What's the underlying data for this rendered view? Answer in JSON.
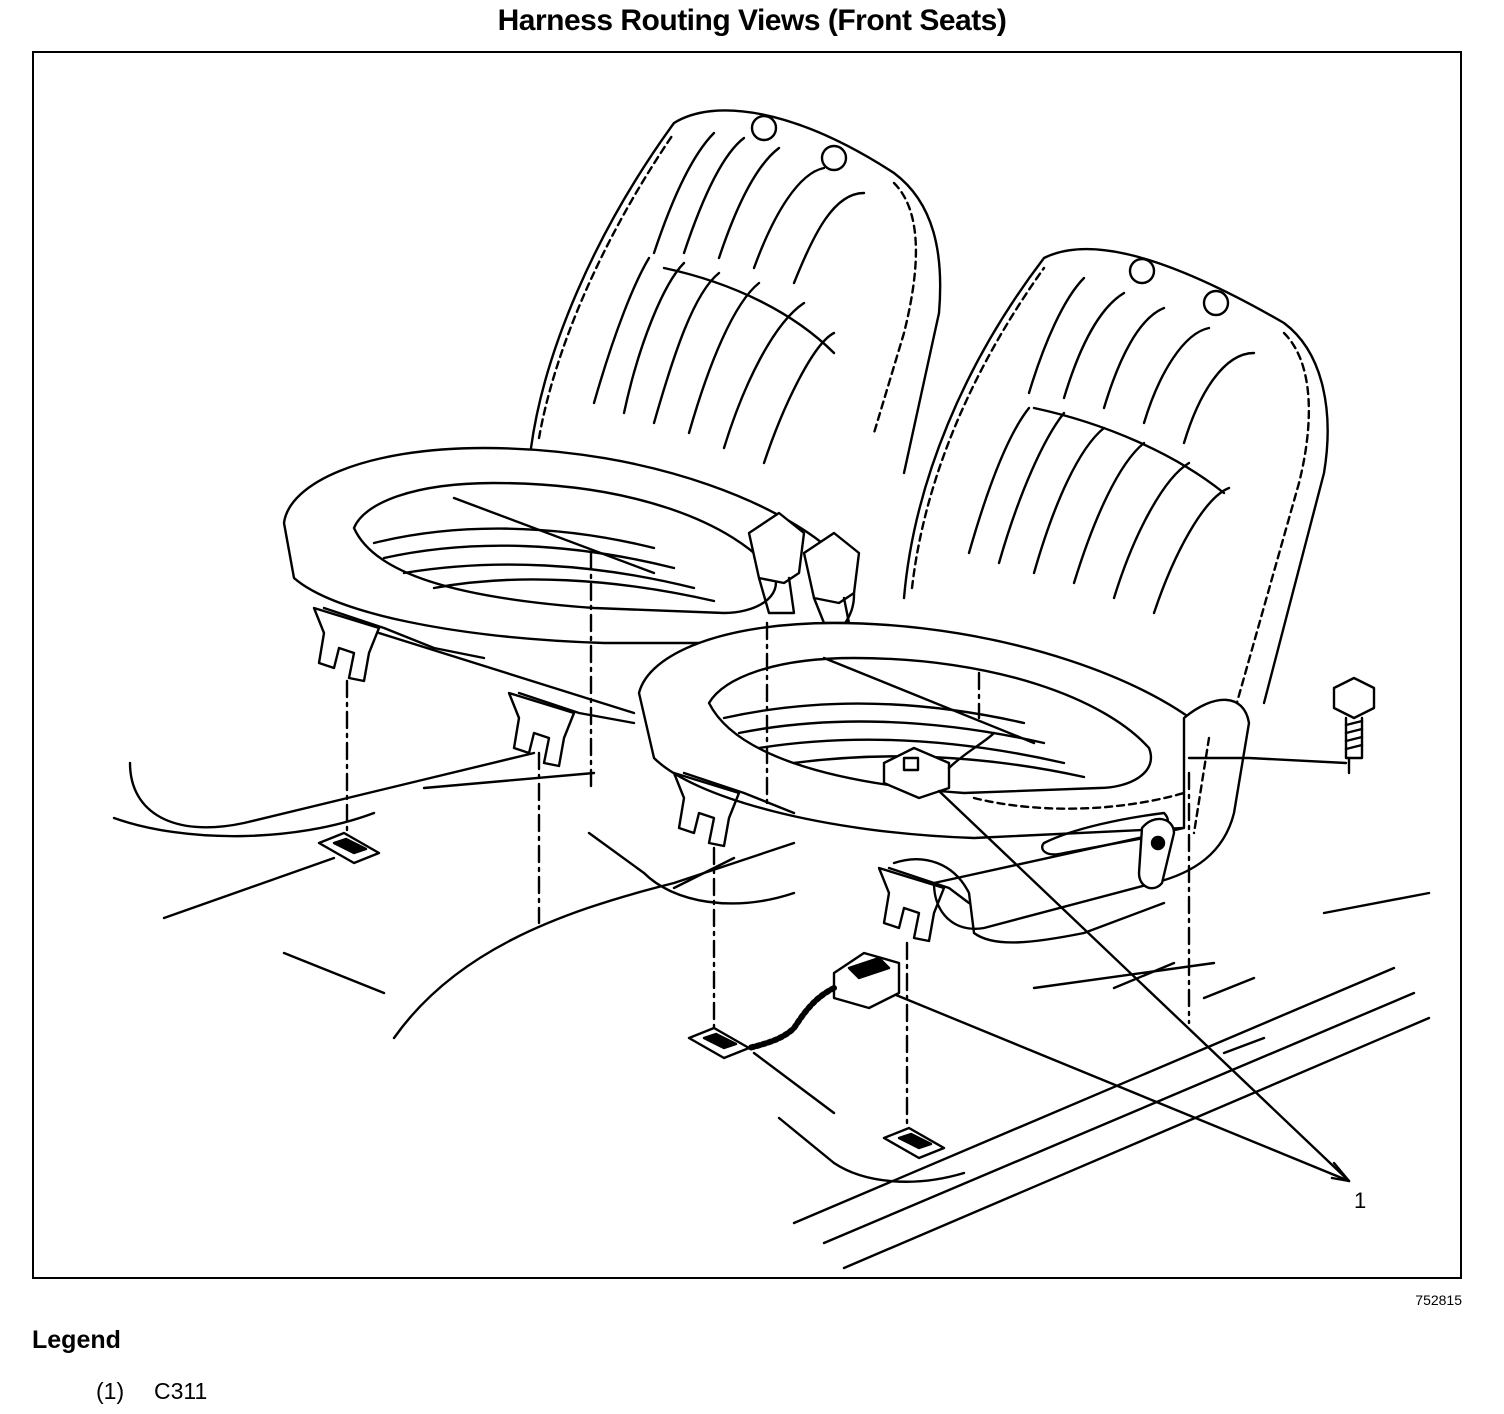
{
  "title": "Harness Routing Views (Front Seats)",
  "figure_id": "752815",
  "callout": "1",
  "legend": {
    "heading": "Legend",
    "items": [
      {
        "number": "(1)",
        "label": "C311"
      }
    ]
  }
}
